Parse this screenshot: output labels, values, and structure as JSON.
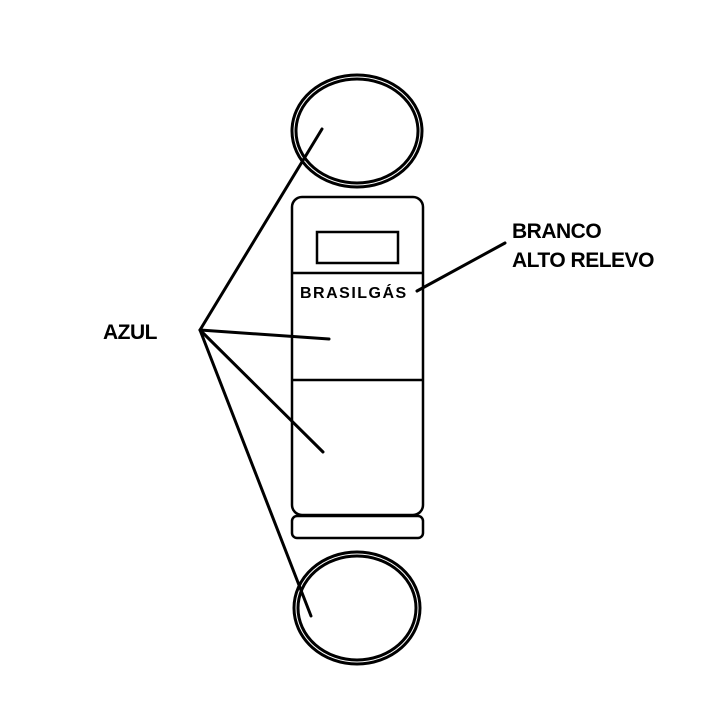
{
  "labels": {
    "azul": "AZUL",
    "branco_line1": "BRANCO",
    "branco_line2": "ALTO RELEVO",
    "brand": "BRASILGÁS"
  },
  "colors": {
    "stroke": "#000000",
    "background": "#ffffff"
  }
}
